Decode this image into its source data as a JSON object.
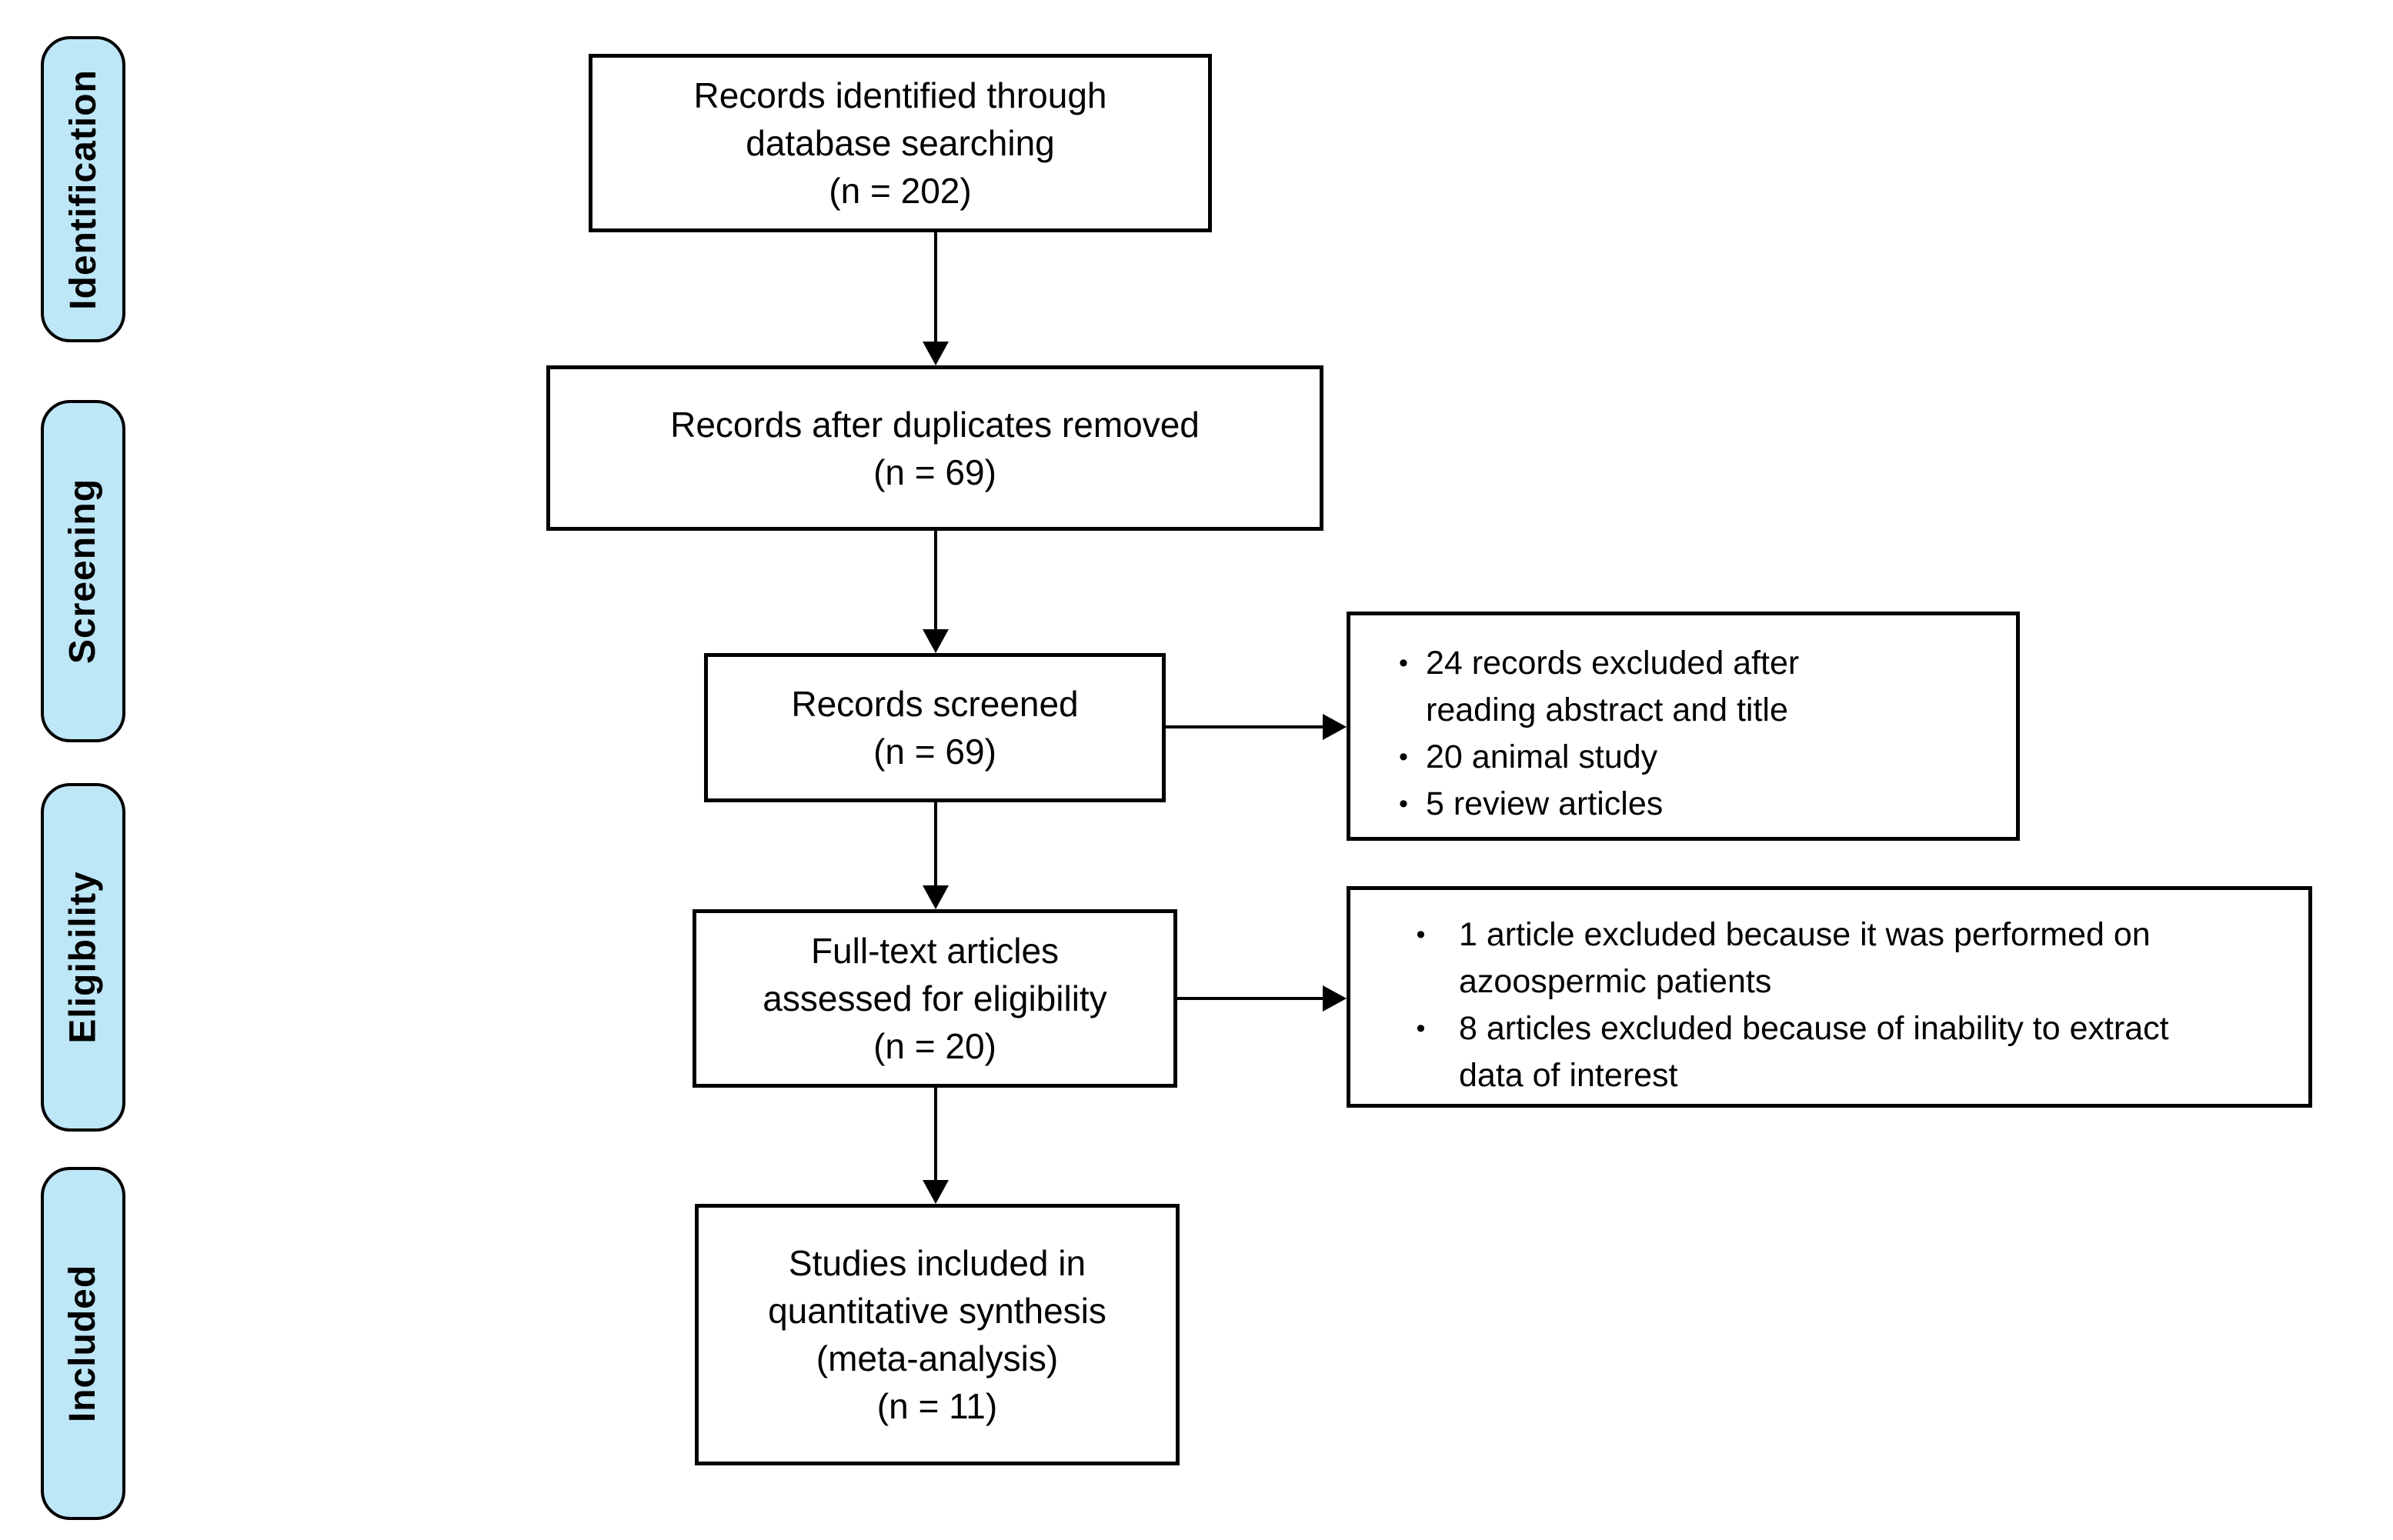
{
  "figure": {
    "background_color": "#ffffff",
    "stage_fill_color": "#BDE6F7",
    "line_color": "#000000"
  },
  "sidebar": {
    "stages": [
      {
        "id": "identification",
        "label": "Identification"
      },
      {
        "id": "screening",
        "label": "Screening"
      },
      {
        "id": "eligibility",
        "label": "Eligibility"
      },
      {
        "id": "included",
        "label": "Included"
      }
    ]
  },
  "flow": {
    "identified": {
      "text": "Records identified  through\ndatabase searching\n(n = 202)"
    },
    "duplicates_removed": {
      "text": "Records after duplicates removed\n(n = 69)"
    },
    "screened": {
      "text": "Records screened\n(n = 69)"
    },
    "full_text": {
      "text": "Full-text  articles\nassessed for eligibility\n(n = 20)"
    },
    "included_studies": {
      "text": "Studies included  in\nquantitative synthesis\n(meta-analysis)\n(n = 11)"
    }
  },
  "exclusions": {
    "screening": {
      "bullets": [
        "24 records excluded after\nreading abstract and title",
        "20 animal study",
        "5 review articles"
      ]
    },
    "eligibility": {
      "bullets": [
        "1 article excluded because it was performed on\nazoospermic patients",
        "8 articles excluded because of inability  to extract\ndata of interest"
      ]
    }
  }
}
